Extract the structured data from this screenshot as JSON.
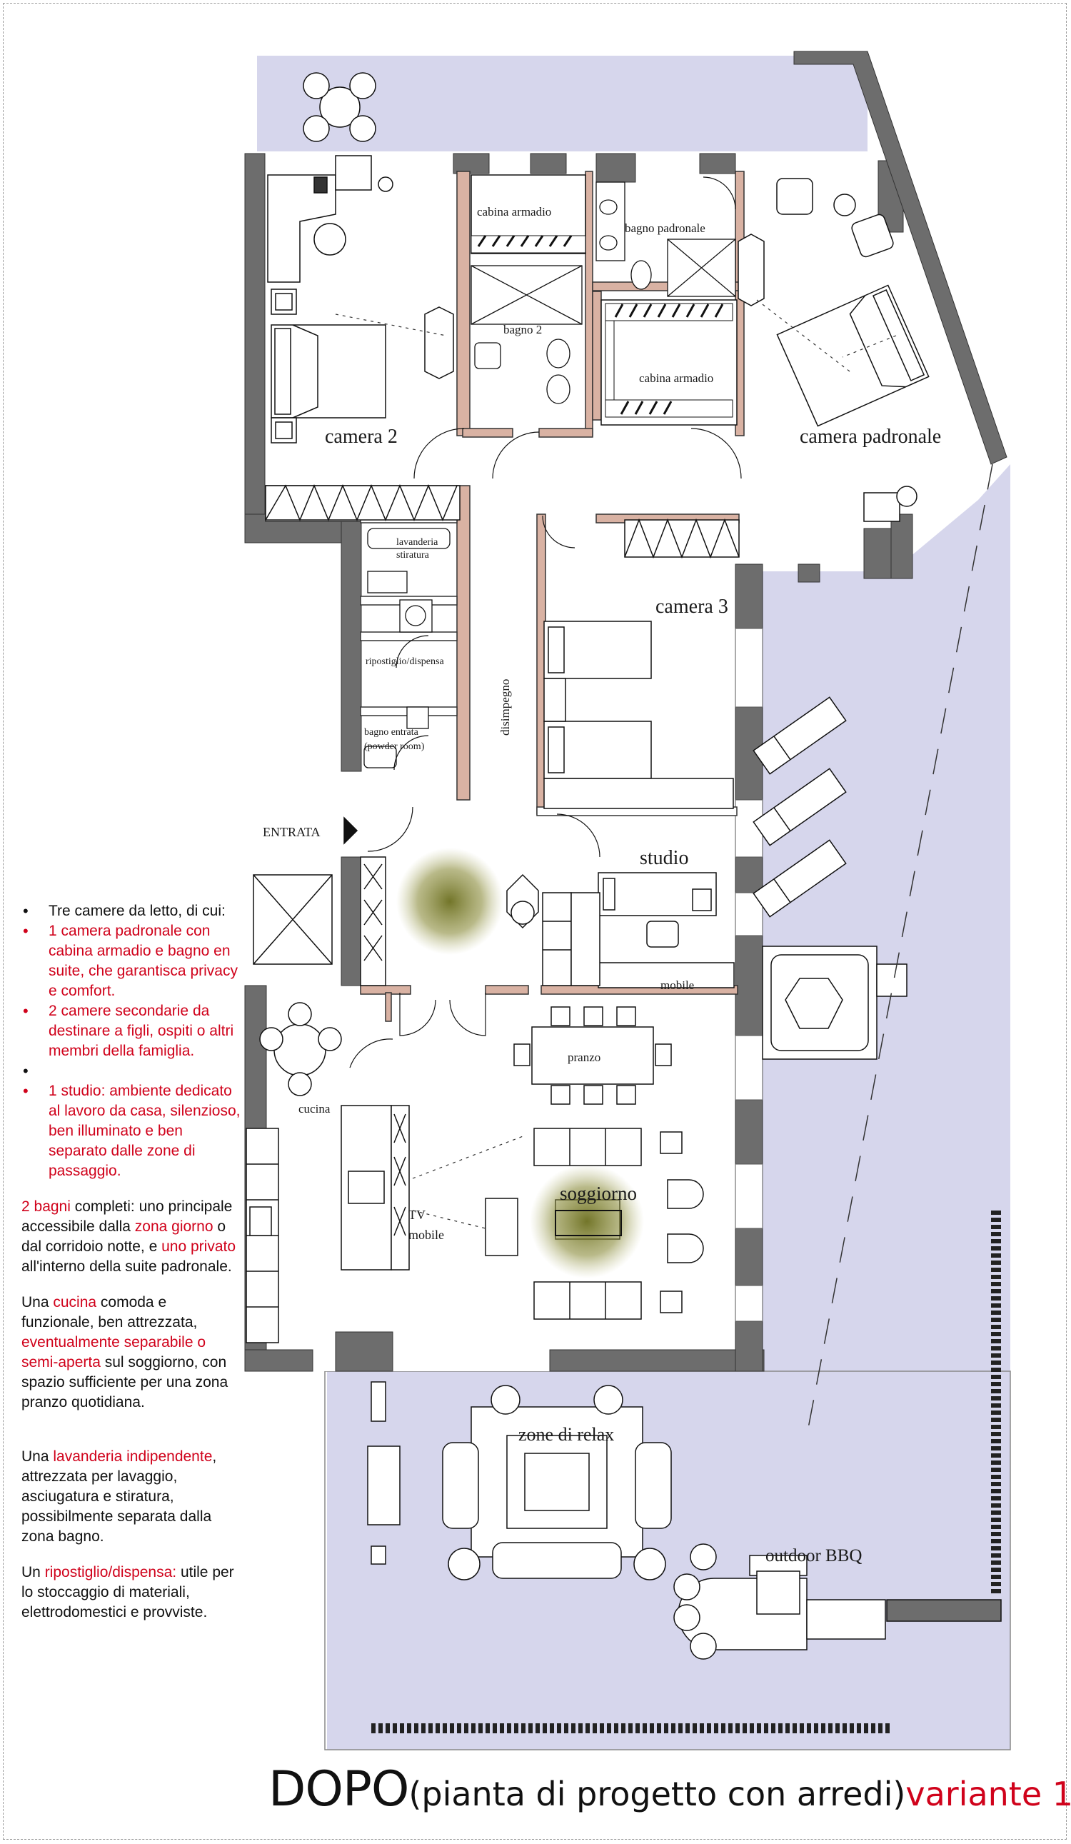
{
  "colors": {
    "wall": "#6d6d6d",
    "terrace": "#d6d6ec",
    "partition": "#d9b2a3",
    "accent_red": "#d0021b",
    "plant": "#8a8b3a"
  },
  "rooms": {
    "cabina1": "cabina armadio",
    "bagno_padronale": "bagno padronale",
    "bagno2": "bagno 2",
    "cabina2": "cabina armadio",
    "camera2": "camera 2",
    "camera_padronale": "camera padronale",
    "lavanderia": "lavanderia",
    "stiratura": "stiratura",
    "ripostiglio": "ripostiglio/dispensa",
    "bagno_entrata": "bagno entrata",
    "powder": "(powder room)",
    "disimpegno": "disimpegno",
    "camera3": "camera 3",
    "entrata": "ENTRATA",
    "studio": "studio",
    "mobile": "mobile",
    "pranzo": "pranzo",
    "cucina": "cucina",
    "tv": "TV",
    "tv_mobile": "mobile",
    "soggiorno": "soggiorno",
    "relax": "zone di relax",
    "bbq": "outdoor BBQ"
  },
  "legend": {
    "b1": "Tre camere da letto, di cui:",
    "b2_red": "1 camera padronale",
    "b2_a": " con ",
    "b2_red2": "cabina armadio",
    "b2_b": " e bagno en suite, che garantisca privacy e comfort.",
    "b3_red": "2 camere",
    "b3_a": " secondarie da destinare a figli, ospiti o altri membri della famiglia.",
    "b5_red": "1 studio",
    "b5_a": ": ambiente dedicato al lavoro da casa, silenzioso, ben illuminato e ben separato dalle zone di passaggio.",
    "p1_red": "2 bagni",
    "p1_a": " completi: uno principale accessibile dalla ",
    "p1_red2": "zona giorno",
    "p1_b": " o dal corridoio notte, e ",
    "p1_red3": "uno privato",
    "p1_c": " all'interno della suite padronale.",
    "p2_a": "Una ",
    "p2_red": "cucina",
    "p2_b": " comoda e funzionale, ben attrezzata, ",
    "p2_red2": "eventualmente separabile o semi-aperta",
    "p2_c": " sul soggiorno, con spazio sufficiente per una zona pranzo quotidiana.",
    "p3_a": "Una ",
    "p3_red": "lavanderia indipendente",
    "p3_b": ", attrezzata per lavaggio, asciugatura e stiratura, possibilmente separata dalla zona bagno.",
    "p4_a": "Un ",
    "p4_red": "ripostiglio/dispensa:",
    "p4_b": " utile per lo stoccaggio di materiali, elettrodomestici e provviste."
  },
  "title": {
    "main": "DOPO",
    "paren": "(pianta di progetto con arredi)",
    "variant": "variante 1"
  }
}
